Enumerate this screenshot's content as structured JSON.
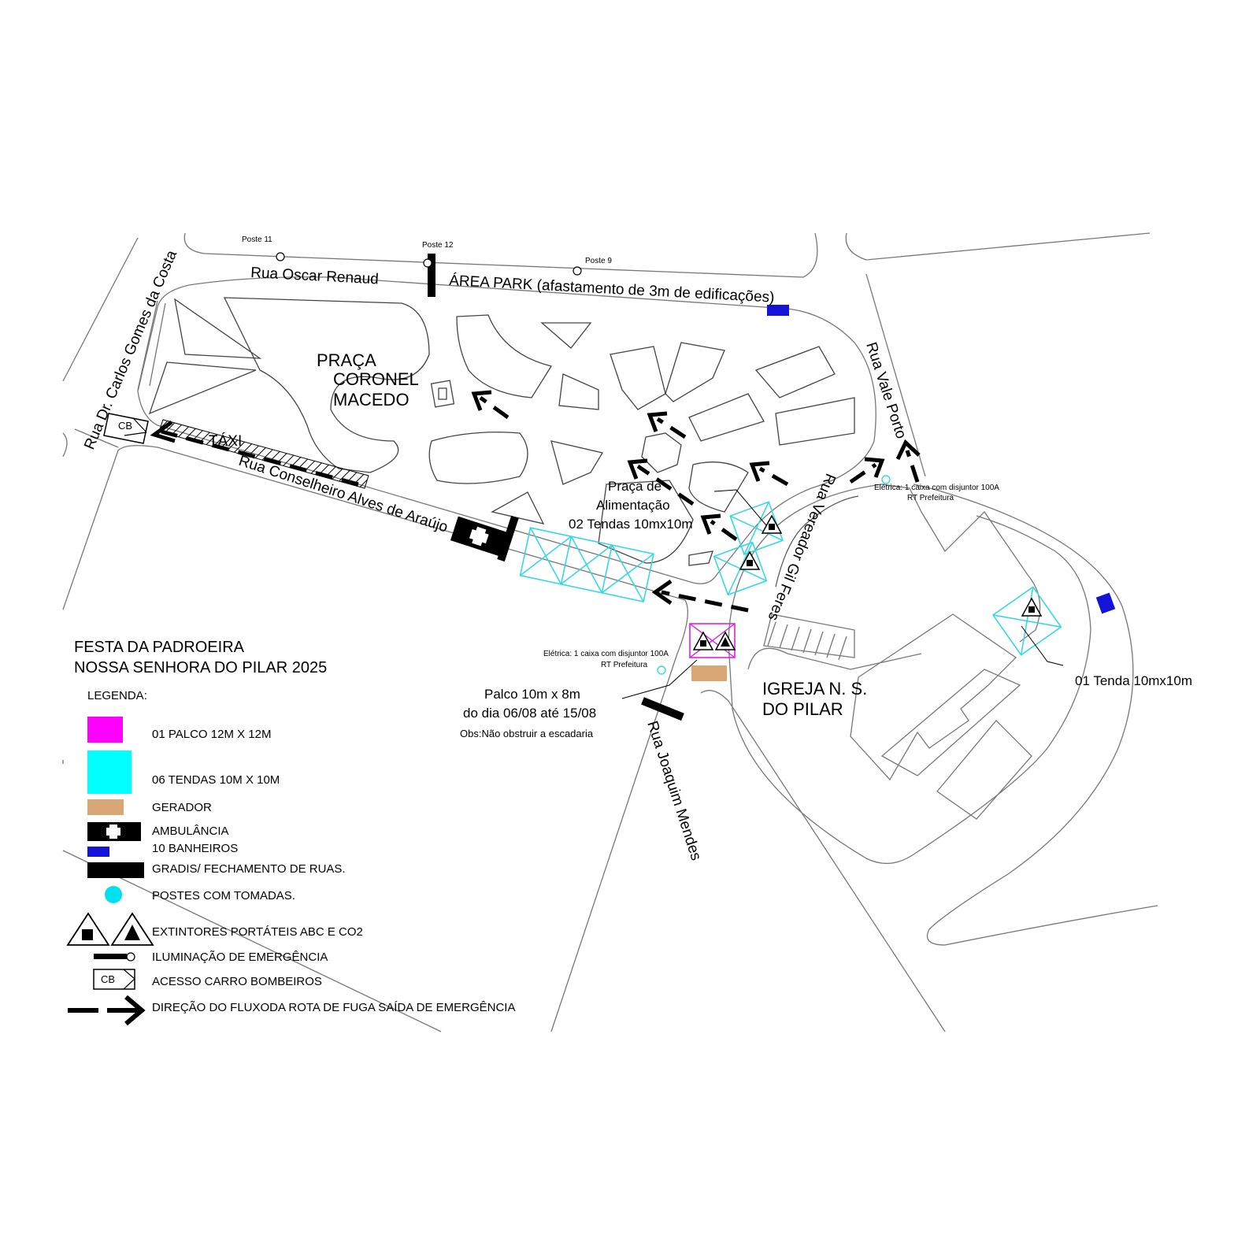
{
  "title": {
    "line1": "FESTA DA PADROEIRA",
    "line2": "NOSSA SENHORA DO PILAR 2025"
  },
  "streets": {
    "oscar_renaud": "Rua Oscar Renaud",
    "carlos_gomes": "Rua Dr. Carlos Gomes da Costa",
    "conselheiro": "Rua Conselheiro Alves de Araújo",
    "vale_porto": "Rua Vale Porto",
    "vereador": "Rua Vereador Gil Feres",
    "joaquim_mendes": "Rua Joaquim Mendes"
  },
  "labels": {
    "pole_11": "Poste 11",
    "pole_12": "Poste 12",
    "pole_9": "Poste 9",
    "area_park": "ÁREA PARK (afastamento de 3m de edificações)",
    "taxi": "TÁXI",
    "cb": "CB",
    "praca_line1": "PRAÇA",
    "praca_line2": "CORONEL",
    "praca_line3": "MACEDO",
    "food_line1": "Praça de",
    "food_line2": "Alimentação",
    "food_line3": "02 Tendas 10mx10m",
    "electric_line1": "Elétrica: 1 caixa com disjuntor 100A",
    "electric_line2": "RT Prefeitura",
    "stage_line1": "Palco 10m x 8m",
    "stage_line2": "do dia 06/08 até 15/08",
    "stage_line3": "Obs:Não obstruir a escadaria",
    "church_line1": "IGREJA N. S.",
    "church_line2": "DO PILAR",
    "tent_note": "01 Tenda 10mx10m"
  },
  "legend": {
    "heading": "LEGENDA:",
    "items": [
      {
        "label": "01 PALCO 12M X 12M",
        "color": "#ff00ff"
      },
      {
        "label": "06 TENDAS 10M X 10M",
        "color": "#00ffff"
      },
      {
        "label": "GERADOR",
        "color": "#d9a675"
      },
      {
        "label": "AMBULÂNCIA",
        "icon": "ambulance-icon"
      },
      {
        "label": "10 BANHEIROS",
        "color": "#1414d8"
      },
      {
        "label": "GRADIS/ FECHAMENTO DE RUAS.",
        "color": "#000000"
      },
      {
        "label": "POSTES COM TOMADAS.",
        "color": "#00e0f0"
      },
      {
        "label": "EXTINTORES PORTÁTEIS ABC E CO2",
        "icon": "extinguisher-icon"
      },
      {
        "label": "ILUMINAÇÃO DE EMERGÊNCIA",
        "icon": "emergency-light-icon"
      },
      {
        "label": "ACESSO CARRO BOMBEIROS",
        "icon": "firetruck-access-icon"
      },
      {
        "label": "DIREÇÃO DO FLUXODA ROTA DE FUGA SAÍDA DE EMERGÊNCIA",
        "icon": "dashed-arrow-icon"
      }
    ]
  }
}
